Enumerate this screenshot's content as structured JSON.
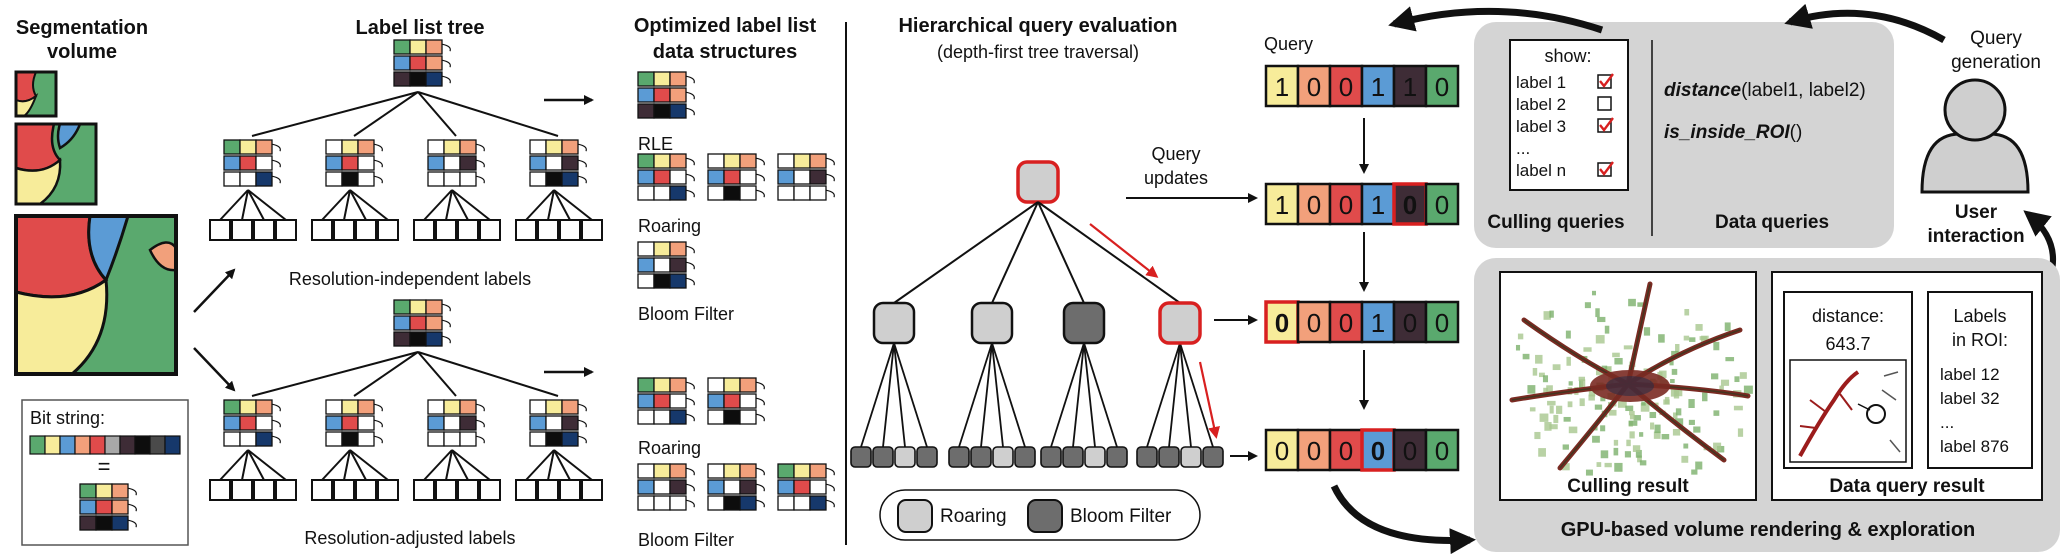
{
  "colors": {
    "yellow": "#f7ec9a",
    "salmon": "#f2a07b",
    "red": "#e04b4b",
    "blue": "#5b9bd5",
    "dark": "#3e2c36",
    "black": "#0d0d0d",
    "green": "#5aa96e",
    "navy": "#16386b",
    "gray_panel": "#d4d4d4",
    "node_light": "#cfcfcf",
    "node_dark": "#6d6d6d",
    "accent_red": "#d82020"
  },
  "segmentation": {
    "title_line1": "Segmentation",
    "title_line2": "volume",
    "bitstring_label": "Bit string:",
    "equals": "="
  },
  "label_tree": {
    "title": "Label list tree",
    "caption_top": "Resolution-independent labels",
    "caption_bottom": "Resolution-adjusted labels"
  },
  "optimized": {
    "title_line1": "Optimized label list",
    "title_line2": "data structures",
    "top_labels": [
      "RLE",
      "Roaring",
      "Bloom Filter"
    ],
    "bottom_labels": [
      "Roaring",
      "Bloom Filter"
    ]
  },
  "hierarchical": {
    "title": "Hierarchical query evaluation",
    "subtitle": "(depth-first tree traversal)",
    "query_updates_line1": "Query",
    "query_updates_line2": "updates",
    "legend": [
      "Roaring",
      "Bloom Filter"
    ]
  },
  "query": {
    "label": "Query",
    "rows": [
      [
        "1",
        "0",
        "0",
        "1",
        "1",
        "0"
      ],
      [
        "1",
        "0",
        "0",
        "1",
        "0",
        "0"
      ],
      [
        "0",
        "0",
        "0",
        "1",
        "0",
        "0"
      ],
      [
        "0",
        "0",
        "0",
        "0",
        "0",
        "0"
      ]
    ]
  },
  "culling_panel": {
    "show_label": "show:",
    "items": [
      "label 1",
      "label 2",
      "label 3",
      "...",
      "label n"
    ],
    "checked": [
      true,
      false,
      true,
      null,
      true
    ],
    "caption": "Culling queries"
  },
  "data_panel": {
    "fn1_name": "distance",
    "fn1_args": "(label1, label2)",
    "fn2": "is_inside_ROI",
    "fn2_args": "()",
    "caption": "Data queries"
  },
  "user": {
    "query_gen_line1": "Query",
    "query_gen_line2": "generation",
    "interaction_line1": "User",
    "interaction_line2": "interaction"
  },
  "gpu_panel": {
    "caption": "GPU-based volume rendering & exploration",
    "culling_result": "Culling result",
    "data_query_result": "Data query result",
    "distance_label": "distance:",
    "distance_value": "643.7",
    "labels_in_roi_line1": "Labels",
    "labels_in_roi_line2": "in ROI:",
    "roi_labels": [
      "label 12",
      "label 32",
      "...",
      "label 876"
    ]
  }
}
